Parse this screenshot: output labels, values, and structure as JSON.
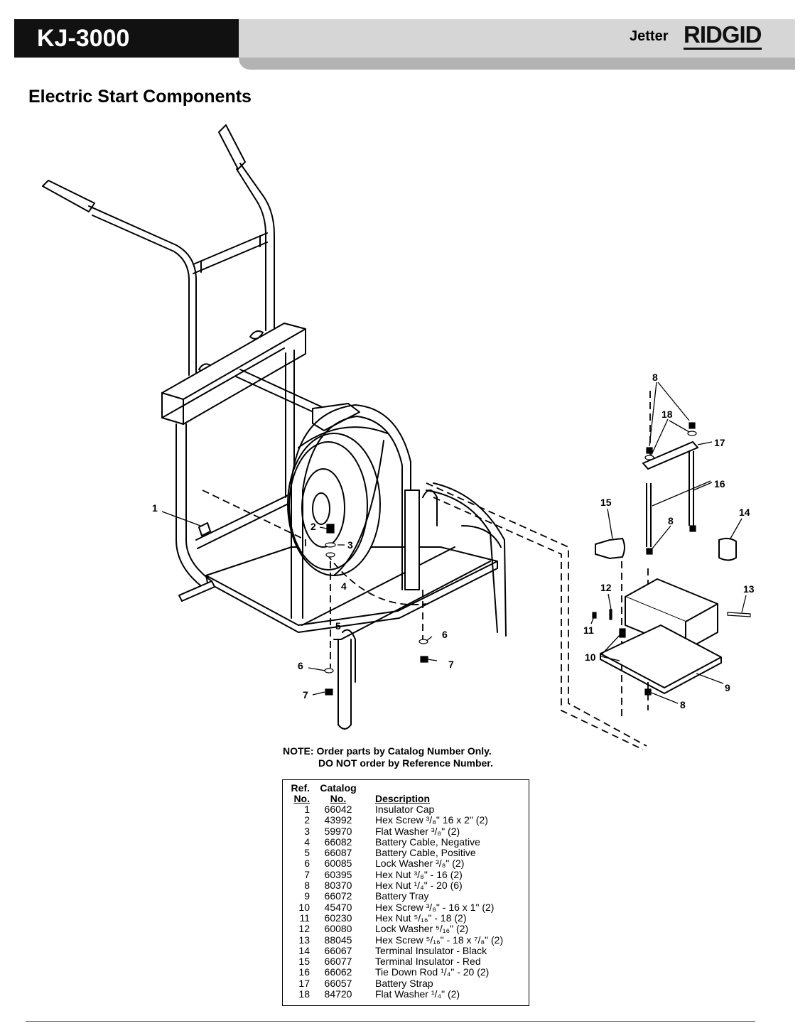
{
  "header": {
    "model": "KJ-3000",
    "product": "Jetter",
    "brand": "RIDGID"
  },
  "page_title": "Electric Start Components",
  "callouts": [
    "1",
    "2",
    "3",
    "4",
    "5",
    "6",
    "7",
    "6",
    "7",
    "8",
    "18",
    "17",
    "16",
    "15",
    "8",
    "14",
    "12",
    "13",
    "11",
    "10",
    "9",
    "8"
  ],
  "note": {
    "line1": "NOTE: Order parts by Catalog Number Only.",
    "line2": "DO NOT order by Reference Number."
  },
  "parts_table": {
    "headers": {
      "ref_top": "Ref.",
      "ref_bottom": "No.",
      "cat_top": "Catalog",
      "cat_bottom": "No.",
      "description": "Description"
    },
    "rows": [
      {
        "ref": "1",
        "cat": "66042",
        "desc": "Insulator Cap"
      },
      {
        "ref": "2",
        "cat": "43992",
        "desc": "Hex Screw ³/₈\" 16 x 2\" (2)"
      },
      {
        "ref": "3",
        "cat": "59970",
        "desc": "Flat Washer ³/₈\" (2)"
      },
      {
        "ref": "4",
        "cat": "66082",
        "desc": "Battery Cable, Negative"
      },
      {
        "ref": "5",
        "cat": "66087",
        "desc": "Battery Cable, Positive"
      },
      {
        "ref": "6",
        "cat": "60085",
        "desc": "Lock Washer ³/₈\" (2)"
      },
      {
        "ref": "7",
        "cat": "60395",
        "desc": "Hex Nut ³/₈\" - 16 (2)"
      },
      {
        "ref": "8",
        "cat": "80370",
        "desc": "Hex Nut ¹/₄\" - 20 (6)"
      },
      {
        "ref": "9",
        "cat": "66072",
        "desc": "Battery Tray"
      },
      {
        "ref": "10",
        "cat": "45470",
        "desc": "Hex Screw ³/₈\" - 16 x 1\" (2)"
      },
      {
        "ref": "11",
        "cat": "60230",
        "desc": "Hex Nut ⁵/₁₆\" - 18 (2)"
      },
      {
        "ref": "12",
        "cat": "60080",
        "desc": "Lock Washer ⁵/₁₆\" (2)"
      },
      {
        "ref": "13",
        "cat": "88045",
        "desc": "Hex Screw ⁵/₁₆\" - 18 x ⁷/₈\" (2)"
      },
      {
        "ref": "14",
        "cat": "66067",
        "desc": "Terminal Insulator - Black"
      },
      {
        "ref": "15",
        "cat": "66077",
        "desc": "Terminal Insulator - Red"
      },
      {
        "ref": "16",
        "cat": "66062",
        "desc": "Tie Down Rod ¹/₄\" - 20 (2)"
      },
      {
        "ref": "17",
        "cat": "66057",
        "desc": "Battery Strap"
      },
      {
        "ref": "18",
        "cat": "84720",
        "desc": "Flat Washer ¹/₄\" (2)"
      }
    ]
  }
}
